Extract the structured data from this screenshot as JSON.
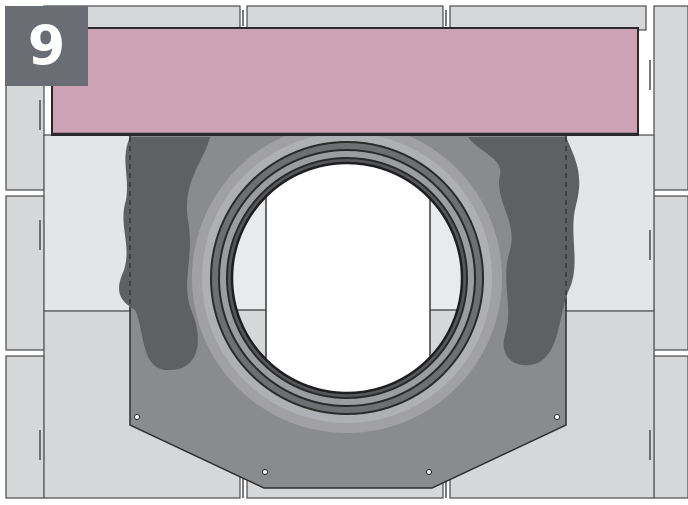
{
  "step": {
    "number": "9"
  },
  "colors": {
    "background": "#ffffff",
    "wall_tile": "#d6d7d9",
    "wall_tile_light": "#e4e5e6",
    "tile_edge": "#4a4a4a",
    "ceiling_panel": "#cda2b4",
    "mounting_plate": "#8a8b8d",
    "sealant": "#5f6062",
    "pipe_ring": "#3a3a3b",
    "badge_background": "#6a6d73",
    "badge_text": "#ffffff"
  },
  "icons": {
    "ceiling": "ceiling-panel",
    "plate": "mounting-plate",
    "duct": "duct-opening",
    "sealant": "sealant-foam",
    "screw": "screw-hole"
  }
}
